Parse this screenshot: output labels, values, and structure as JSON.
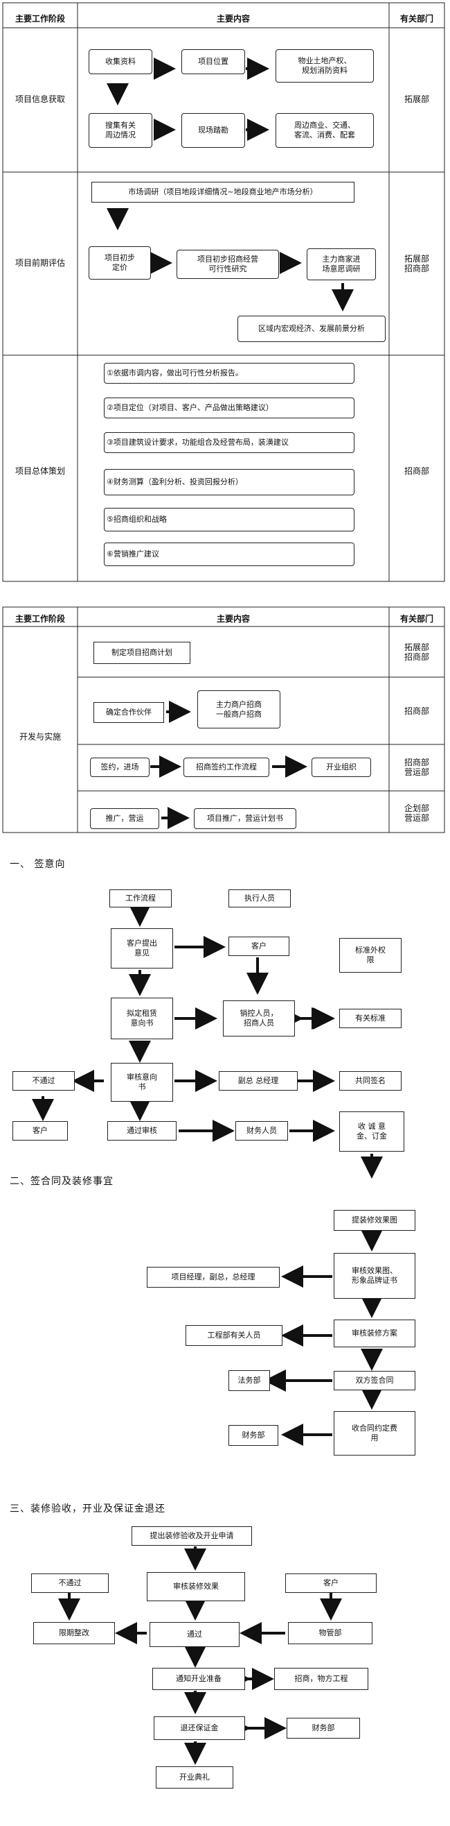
{
  "table1": {
    "header": {
      "stage": "主要工作阶段",
      "content": "主要内容",
      "dept": "有关部门"
    },
    "row1": {
      "stage": "项目信息获取",
      "dept": "拓展部",
      "b1": "收集资料",
      "b2": "项目位置",
      "b3": "物业土地产权、\n规划消防资料",
      "b4": "搜集有关\n周边情况",
      "b5": "现场踏勘",
      "b6": "周边商业、交通、\n客流、消费、配套"
    },
    "row2": {
      "stage": "项目前期评估",
      "dept": "拓展部\n招商部",
      "b1": "市场调研（项目地段详细情况~地段商业地产市场分析）",
      "b2": "项目初步\n定价",
      "b3": "项目初步招商经营\n可行性研究",
      "b4": "主力商家进\n场意愿调研",
      "b5": "区域内宏观经济、发展前景分析"
    },
    "row3": {
      "stage": "项目总体策划",
      "dept": "招商部",
      "items": [
        "①依据市调内容，做出可行性分析报告。",
        "②项目定位（对项目、客户、产品做出策略建议）",
        "③项目建筑设计要求，功能组合及经营布局，装潢建议",
        "④财务测算（盈利分析、投资回报分析）",
        "⑤招商组织和战略",
        "⑥营销推广建议"
      ]
    }
  },
  "table2": {
    "header": {
      "stage": "主要工作阶段",
      "content": "主要内容",
      "dept": "有关部门"
    },
    "stage": "开发与实施",
    "r1": {
      "b1": "制定项目招商计划",
      "dept": "拓展部\n招商部"
    },
    "r2": {
      "b1": "确定合作伙伴",
      "b2": "主力商户招商\n一般商户招商",
      "dept": "招商部"
    },
    "r3": {
      "b1": "签约，进场",
      "b2": "招商签约工作流程",
      "b3": "开业组织",
      "dept": "招商部\n营运部"
    },
    "r4": {
      "b1": "推广，营运",
      "b2": "项目推广，营运计划书",
      "dept": "企划部\n营运部"
    }
  },
  "sections": {
    "s1": "一、  签意向",
    "s2": "二、签合同及装修事宜",
    "s3": "三、装修验收，开业及保证金退还"
  },
  "flow1": {
    "work_flow": "工作流程",
    "exec": "执行人员",
    "customer_intent": "客户提出\n意见",
    "customer": "客户",
    "extra_rights": "标准外权\n限",
    "draft": "拟定租赁\n意向书",
    "sales": "销控人员，\n招商人员",
    "standard": "有关标准",
    "reject": "不通过",
    "review": "审核意向\n书",
    "vp_gm": "副总  总经理",
    "cosign": "共同签名",
    "customer2": "客户",
    "pass": "通过审核",
    "finance": "财务人员",
    "deposit": "收 诚 意\n金、订金"
  },
  "flow2": {
    "submit": "提装修效果图",
    "pm": "项目经理，副总，总经理",
    "review_fx": "审核效果图、\n形象品牌证书",
    "eng": "工程部有关人员",
    "review_plan": "审核装修方案",
    "legal": "法务部",
    "sign": "双方签合同",
    "finance": "财务部",
    "collect": "收合同约定费\n用"
  },
  "flow3": {
    "apply": "提出装修验收及开业申请",
    "reject": "不通过",
    "review": "审核装修效果",
    "customer": "客户",
    "fix": "限期整改",
    "pass": "通过",
    "property": "物管部",
    "notify": "通知开业准备",
    "parties": "招商，物方工程",
    "refund": "退还保证金",
    "finance": "财务部",
    "ceremony": "开业典礼"
  }
}
